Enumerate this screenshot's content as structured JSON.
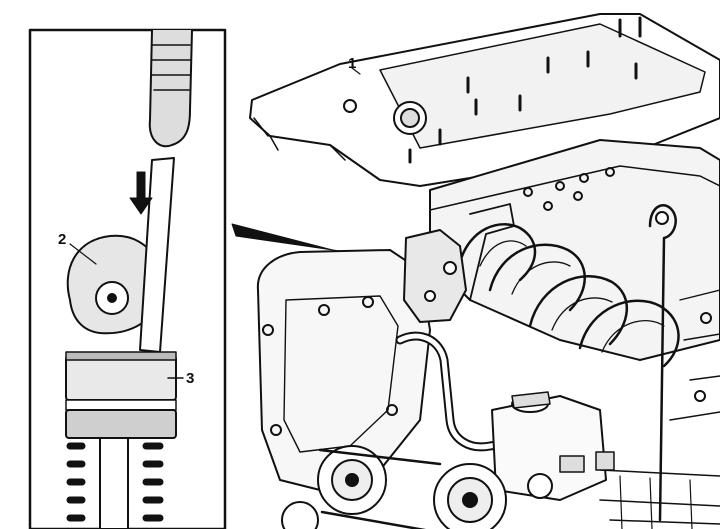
{
  "callouts": {
    "cylinder_head_cover": "1",
    "camshaft_lobe": "2",
    "valve_tappet": "3"
  }
}
